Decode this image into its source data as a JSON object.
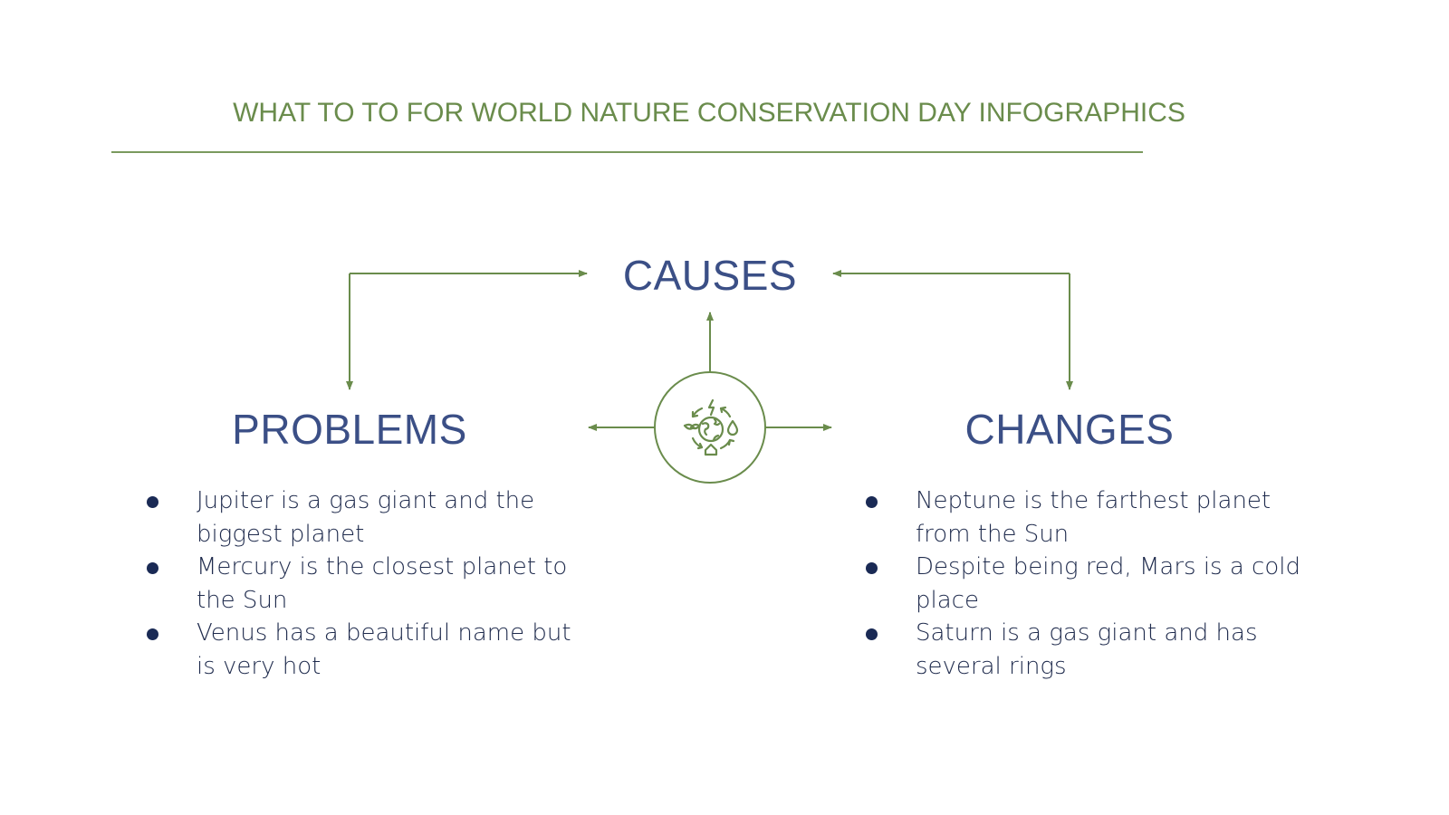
{
  "title": "What to to for World Nature Conservation Day Infographics",
  "colors": {
    "accent_green": "#6a8c4c",
    "heading_navy": "#3b4f86",
    "body_text": "#1f2b4d",
    "bullet_dot": "#1a2a55",
    "background": "#ffffff"
  },
  "center": {
    "icon": "earth-recycle-icon",
    "heading": "CAUSES"
  },
  "left": {
    "heading": "PROBLEMS",
    "items": [
      "Jupiter is a gas giant and the biggest planet",
      "Mercury is the closest planet to the Sun",
      "Venus has a beautiful name but is very hot"
    ]
  },
  "right": {
    "heading": "CHANGES",
    "items": [
      "Neptune is the farthest planet from the Sun",
      "Despite being red, Mars is a cold place",
      "Saturn is a gas giant and has several rings"
    ]
  }
}
